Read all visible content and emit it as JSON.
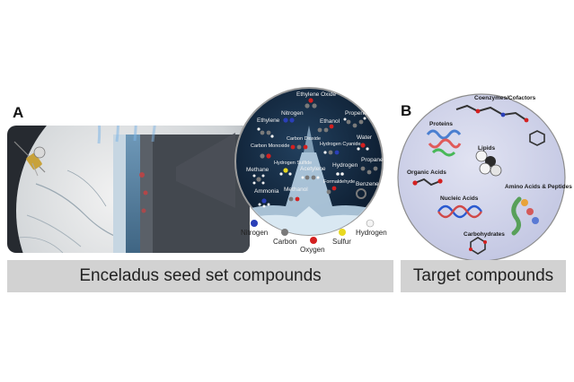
{
  "panels": {
    "a_letter": "A",
    "b_letter": "B"
  },
  "captions": {
    "left": "Enceladus seed set compounds",
    "right": "Target compounds"
  },
  "inset_molecules": {
    "ethylene_oxide": "Ethylene Oxide",
    "ethylene": "Ethylene",
    "nitrogen": "Nitrogen",
    "propene": "Propene",
    "ethanol": "Ethanol",
    "carbon_monoxide": "Carbon Monoxide",
    "carbon_dioxide": "Carbon Dioxide",
    "hydrogen_cyanide": "Hydrogen Cyanide",
    "water": "Water",
    "hydrogen_sulfide": "Hydrogen Sulfide",
    "methane": "Methane",
    "acetylene": "Acetylene",
    "hydrogen": "Hydrogen",
    "propane": "Propane",
    "ammonia": "Ammonia",
    "methanol": "Methanol",
    "formaldehyde": "Formaldehyde",
    "benzene": "Benzene"
  },
  "atom_key": {
    "nitrogen": "Nitrogen",
    "carbon": "Carbon",
    "oxygen": "Oxygen",
    "sulfur": "Sulfur",
    "hydrogen": "Hydrogen"
  },
  "target_classes": {
    "proteins": "Proteins",
    "coenzymes": "Coenzymes/Cofactors",
    "lipids": "Lipids",
    "organic_acids": "Organic Acids",
    "amino_acids": "Amino Acids & Peptides",
    "nucleic_acids": "Nucleic Acids",
    "carbohydrates": "Carbohydrates"
  },
  "colors": {
    "nitrogen": "#2a3fb8",
    "carbon": "#7a7a7a",
    "oxygen": "#d42020",
    "sulfur": "#e8d820",
    "hydrogen": "#f4f4f4",
    "inset_bg": "#0e1f33",
    "target_bg": "#cfd2ea",
    "caption_bg": "#d2d2d2"
  }
}
